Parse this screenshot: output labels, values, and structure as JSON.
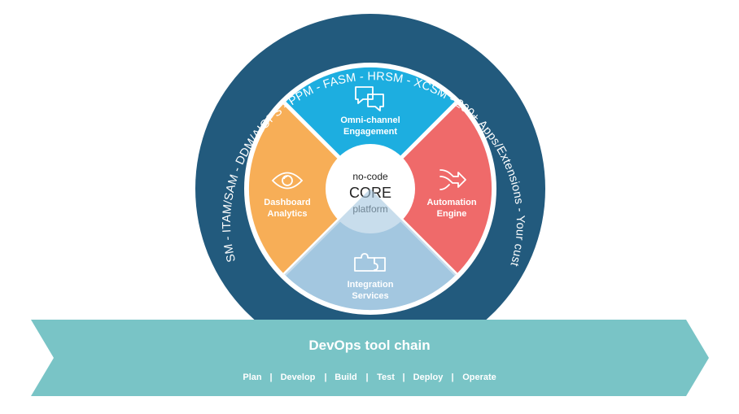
{
  "ring": {
    "label": "ITSM  -  ISSM  -  ITAM/SAM  -  DDM/AIOPS  -  PPM  -  FASM  -  HRSM  -  XCSM  -  200+ Apps/Extensions  -  Your custom Apps",
    "color": "#225a7d"
  },
  "segments": {
    "top": {
      "line1": "Omni-channel",
      "line2": "Engagement",
      "color": "#1daee0",
      "icon": "chat-bubbles-icon"
    },
    "right": {
      "line1": "Automation",
      "line2": "Engine",
      "color": "#ef6a6a",
      "icon": "arrows-icon"
    },
    "bottom": {
      "line1": "Integration",
      "line2": "Services",
      "color": "#a3c7e0",
      "icon": "puzzle-icon"
    },
    "left": {
      "line1": "Dashboard",
      "line2": "Analytics",
      "color": "#f7ae57",
      "icon": "eye-icon"
    }
  },
  "core": {
    "line1": "no-code",
    "line2": "CORE",
    "line3": "platform"
  },
  "banner": {
    "title": "DevOps tool chain",
    "color": "#79c4c6",
    "separator": "|",
    "stages": [
      "Plan",
      "Develop",
      "Build",
      "Test",
      "Deploy",
      "Operate"
    ]
  }
}
